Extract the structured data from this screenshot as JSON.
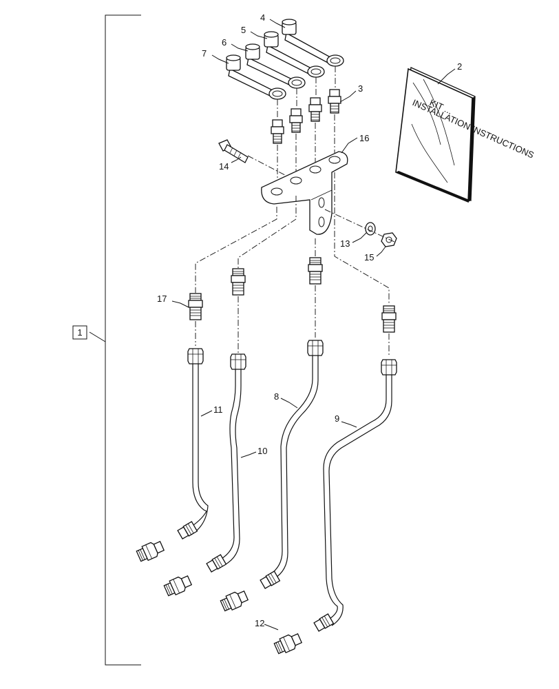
{
  "callouts": {
    "c1": "1",
    "c2": "2",
    "c3": "3",
    "c4": "4",
    "c5": "5",
    "c6": "6",
    "c7": "7",
    "c8": "8",
    "c9": "9",
    "c10": "10",
    "c11": "11",
    "c12": "12",
    "c13": "13",
    "c14": "14",
    "c15": "15",
    "c16": "16",
    "c17": "17"
  },
  "booklet": {
    "line1": "KIT ...",
    "line2": "INSTALLATION INSTRUCTIONS"
  }
}
